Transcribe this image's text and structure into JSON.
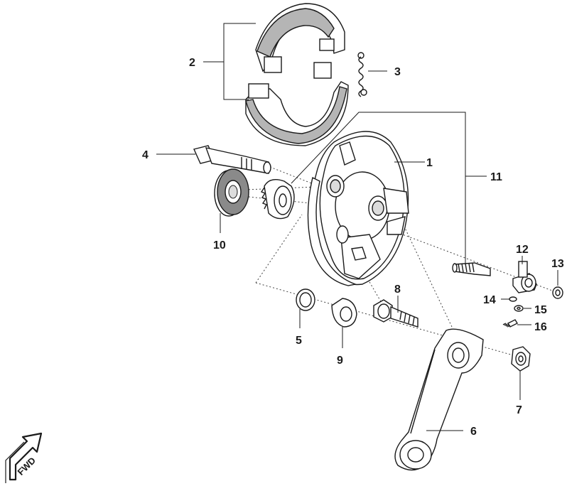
{
  "diagram": {
    "callouts": [
      {
        "id": "1",
        "label": "1"
      },
      {
        "id": "2",
        "label": "2"
      },
      {
        "id": "3",
        "label": "3"
      },
      {
        "id": "4",
        "label": "4"
      },
      {
        "id": "5",
        "label": "5"
      },
      {
        "id": "6",
        "label": "6"
      },
      {
        "id": "7",
        "label": "7"
      },
      {
        "id": "8",
        "label": "8"
      },
      {
        "id": "9",
        "label": "9"
      },
      {
        "id": "10",
        "label": "10"
      },
      {
        "id": "11",
        "label": "11"
      },
      {
        "id": "12",
        "label": "12"
      },
      {
        "id": "13",
        "label": "13"
      },
      {
        "id": "14",
        "label": "14"
      },
      {
        "id": "15",
        "label": "15"
      },
      {
        "id": "16",
        "label": "16"
      }
    ],
    "fwd_label": "FWD",
    "colors": {
      "line": "#1a1a1a",
      "shoe_lining": "#b5b5b5",
      "seal_fill": "#8a8a8a",
      "background": "#ffffff"
    }
  }
}
